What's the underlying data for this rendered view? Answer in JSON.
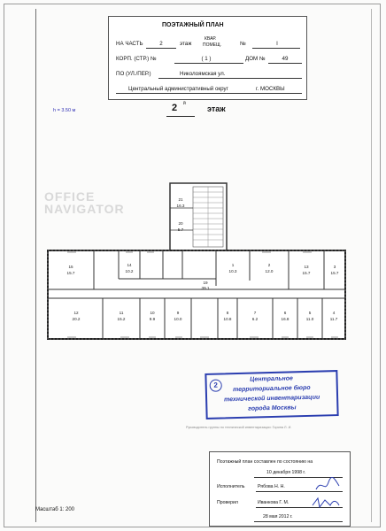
{
  "header": {
    "title": "ПОЭТАЖНЫЙ ПЛАН",
    "na_chast_label": "НА ЧАСТЬ",
    "na_chast_value": "2",
    "etazh_label": "этаж",
    "kvar_label": "КВАР.",
    "pomesh_label": "ПОМЕЩ.",
    "no_label": "№",
    "no_value": "I",
    "korp_label": "КОРП. (СТР.) №",
    "korp_value": "( 1 )",
    "dom_label": "ДОМ №",
    "dom_value": "49",
    "street_label": "ПО (УЛ./ПЕР.)",
    "street_value": "Николоямская ул.",
    "district_value": "Центральный административный округ",
    "city_value": "г. МОСКВЫ"
  },
  "height_note": "h = 3.50 м",
  "floor": {
    "number": "2",
    "sup": "й",
    "word": "этаж"
  },
  "watermark": [
    "OFFICE",
    "NAVIGATOR"
  ],
  "plan_labels": {
    "rooms": [
      {
        "num": "15",
        "area": "15.7"
      },
      {
        "num": "14",
        "area": "10.2"
      },
      {
        "num": "13",
        "area": "15.7"
      },
      {
        "num": "12",
        "area": "20.2"
      },
      {
        "num": "11",
        "area": "15.2"
      },
      {
        "num": "10",
        "area": "9.9"
      },
      {
        "num": "9",
        "area": "10.0"
      },
      {
        "num": "8",
        "area": "10.8"
      },
      {
        "num": "7",
        "area": "6.2"
      },
      {
        "num": "6",
        "area": "16.8"
      },
      {
        "num": "5",
        "area": "11.0"
      },
      {
        "num": "4",
        "area": "11.7"
      },
      {
        "num": "3",
        "area": "15.7"
      },
      {
        "num": "2",
        "area": "12.0"
      },
      {
        "num": "1",
        "area": "10.3"
      },
      {
        "num": "19",
        "area": "39.1"
      },
      {
        "num": "20",
        "area": "5.7"
      },
      {
        "num": "21",
        "area": "16.3"
      }
    ]
  },
  "stamp": {
    "number": "2",
    "lines": [
      "Центральное",
      "территориальное бюро",
      "технической инвентаризации",
      "города Москвы"
    ]
  },
  "footnote": "Руководитель группы по технической инвентаризации: Горина Л. И.",
  "certificate": {
    "line1": "Поэтажный план составлен по состоянию на",
    "date": "10 декабря 1998 г.",
    "executor_label": "Исполнитель",
    "executor": "Рябова Н. Н.",
    "checker_label": "Проверил",
    "checker": "Иванкова Г. М.",
    "check_date": "28 мая 2012 г."
  },
  "scale": "Масштаб 1: 200"
}
